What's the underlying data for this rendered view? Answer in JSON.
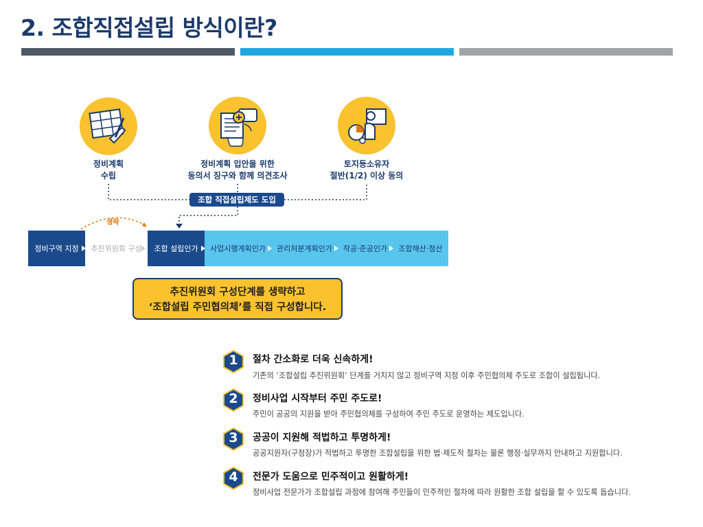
{
  "title": "2. 조합직접설립 방식이란?",
  "rule_colors": [
    "#4d5a66",
    "#20a8e0",
    "#9ea4aa"
  ],
  "icons": [
    {
      "name": "plan-drawing-icon",
      "caption_lines": [
        "정비계획",
        "수립"
      ]
    },
    {
      "name": "document-collection-icon",
      "caption_lines": [
        "정비계획 입안을 위한",
        "동의서 징구와 함께 의견조사"
      ]
    },
    {
      "name": "presentation-meeting-icon",
      "caption_lines": [
        "토지등소유자",
        "절반(1/2) 이상 동의"
      ]
    }
  ],
  "pill_label": "조합 직접설립제도 도입",
  "omit_label": "생략",
  "steps": [
    {
      "label": "정비구역 지정",
      "bg": "#1b4a8c",
      "fg": "#ffffff"
    },
    {
      "label": "추진위원회 구성",
      "bg": "#ffffff",
      "fg": "#aaaaaa"
    },
    {
      "label": "조합 설립인가",
      "bg": "#1b4a8c",
      "fg": "#ffffff"
    },
    {
      "label": "사업시행계획인가",
      "bg": "#58c5ef",
      "fg": "#1b3a6b"
    },
    {
      "label": "관리처분계획인가",
      "bg": "#58c5ef",
      "fg": "#1b3a6b"
    },
    {
      "label": "착공·준공인가",
      "bg": "#58c5ef",
      "fg": "#1b3a6b"
    },
    {
      "label": "조합해산·청산",
      "bg": "#58c5ef",
      "fg": "#1b3a6b"
    }
  ],
  "highlight_lines": [
    "추진위원회 구성단계를 생략하고",
    "‘조합설립 주민협의체’를 직접 구성합니다."
  ],
  "features": [
    {
      "number": "1",
      "title": "절차 간소화로 더욱 신속하게!",
      "desc": "기존의 ‘조합설립 추진위원회’ 단계를 거치지 않고 정비구역 지정 이후 주민협의체 주도로 조합이 설립됩니다."
    },
    {
      "number": "2",
      "title": "정비사업 시작부터 주민 주도로!",
      "desc": "주민이 공공의 지원을 받아 주민협의체를 구성하여 주민 주도로 운영하는 제도입니다."
    },
    {
      "number": "3",
      "title": "공공이 지원해 적법하고 투명하게!",
      "desc": "공공지원자(구청장)가 적법하고 투명한 조합설립을 위한 법·제도적 절차는 물론 행정·실무까지 안내하고 지원합니다."
    },
    {
      "number": "4",
      "title": "전문가 도움으로 민주적이고 원활하게!",
      "desc": "정비사업 전문가가 조합설립 과정에 참여해 주민들이 민주적인 절차에 따라 원활한 조합 설립을 할 수 있도록 돕습니다."
    }
  ],
  "colors": {
    "navy": "#1b3a6b",
    "blue": "#1b4a8c",
    "sky": "#58c5ef",
    "yellow": "#f9c22e",
    "orange": "#e07a10"
  }
}
